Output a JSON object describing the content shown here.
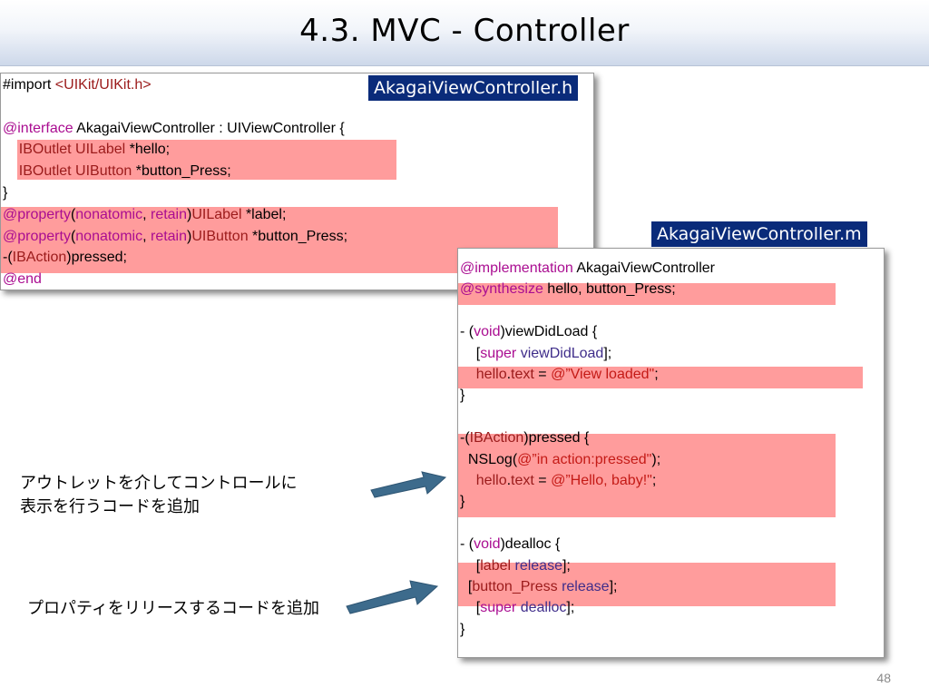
{
  "title": "4.3. MVC - Controller",
  "page_number": "48",
  "header_file": {
    "label": "AkagaiViewController.h",
    "lines": [
      {
        "seg": [
          {
            "t": "#import ",
            "c": "pl"
          },
          {
            "t": "<UIKit/UIKit.h>",
            "c": "ty"
          }
        ]
      },
      {
        "seg": []
      },
      {
        "seg": [
          {
            "t": "@interface",
            "c": "kw"
          },
          {
            "t": " AkagaiViewController : UIViewController {",
            "c": "pl"
          }
        ]
      },
      {
        "seg": [
          {
            "t": "    ",
            "c": "pl"
          },
          {
            "t": "IBOutlet",
            "c": "ty"
          },
          {
            "t": " ",
            "c": "pl"
          },
          {
            "t": "UILabel",
            "c": "ty"
          },
          {
            "t": " *hello;",
            "c": "pl"
          }
        ]
      },
      {
        "seg": [
          {
            "t": "    ",
            "c": "pl"
          },
          {
            "t": "IBOutlet",
            "c": "ty"
          },
          {
            "t": " ",
            "c": "pl"
          },
          {
            "t": "UIButton",
            "c": "ty"
          },
          {
            "t": " *button_Press;",
            "c": "pl"
          }
        ]
      },
      {
        "seg": [
          {
            "t": "}",
            "c": "pl"
          }
        ]
      },
      {
        "seg": [
          {
            "t": "@property",
            "c": "kw"
          },
          {
            "t": "(",
            "c": "pl"
          },
          {
            "t": "nonatomic",
            "c": "kw"
          },
          {
            "t": ", ",
            "c": "pl"
          },
          {
            "t": "retain",
            "c": "kw"
          },
          {
            "t": ")",
            "c": "pl"
          },
          {
            "t": "UILabel",
            "c": "ty"
          },
          {
            "t": " *label;",
            "c": "pl"
          }
        ]
      },
      {
        "seg": [
          {
            "t": "@property",
            "c": "kw"
          },
          {
            "t": "(",
            "c": "pl"
          },
          {
            "t": "nonatomic",
            "c": "kw"
          },
          {
            "t": ", ",
            "c": "pl"
          },
          {
            "t": "retain",
            "c": "kw"
          },
          {
            "t": ")",
            "c": "pl"
          },
          {
            "t": "UIButton",
            "c": "ty"
          },
          {
            "t": " *button_Press;",
            "c": "pl"
          }
        ]
      },
      {
        "seg": [
          {
            "t": "-(",
            "c": "pl"
          },
          {
            "t": "IBAction",
            "c": "ty"
          },
          {
            "t": ")pressed;",
            "c": "pl"
          }
        ]
      },
      {
        "seg": [
          {
            "t": "@end",
            "c": "kw"
          }
        ]
      }
    ]
  },
  "impl_file": {
    "label": "AkagaiViewController.m",
    "lines": [
      {
        "seg": [
          {
            "t": "@implementation",
            "c": "kw"
          },
          {
            "t": " AkagaiViewController",
            "c": "pl"
          }
        ]
      },
      {
        "seg": [
          {
            "t": "@synthesize",
            "c": "kw"
          },
          {
            "t": " hello, button_Press;",
            "c": "pl"
          }
        ]
      },
      {
        "seg": []
      },
      {
        "seg": [
          {
            "t": "- (",
            "c": "pl"
          },
          {
            "t": "void",
            "c": "kw"
          },
          {
            "t": ")viewDidLoad {",
            "c": "pl"
          }
        ]
      },
      {
        "seg": [
          {
            "t": "    [",
            "c": "pl"
          },
          {
            "t": "super",
            "c": "kw"
          },
          {
            "t": " ",
            "c": "pl"
          },
          {
            "t": "viewDidLoad",
            "c": "mt"
          },
          {
            "t": "];",
            "c": "pl"
          }
        ]
      },
      {
        "seg": [
          {
            "t": "    ",
            "c": "pl"
          },
          {
            "t": "hello",
            "c": "ty"
          },
          {
            "t": ".",
            "c": "pl"
          },
          {
            "t": "text",
            "c": "ty"
          },
          {
            "t": " = ",
            "c": "pl"
          },
          {
            "t": "@”View loaded\"",
            "c": "st"
          },
          {
            "t": ";",
            "c": "pl"
          }
        ]
      },
      {
        "seg": [
          {
            "t": "}",
            "c": "pl"
          }
        ]
      },
      {
        "seg": []
      },
      {
        "seg": [
          {
            "t": "-(",
            "c": "pl"
          },
          {
            "t": "IBAction",
            "c": "ty"
          },
          {
            "t": ")pressed {",
            "c": "pl"
          }
        ]
      },
      {
        "seg": [
          {
            "t": "  NSLog(",
            "c": "pl"
          },
          {
            "t": "@”in action:pressed\"",
            "c": "st"
          },
          {
            "t": ");",
            "c": "pl"
          }
        ]
      },
      {
        "seg": [
          {
            "t": "    ",
            "c": "pl"
          },
          {
            "t": "hello",
            "c": "ty"
          },
          {
            "t": ".",
            "c": "pl"
          },
          {
            "t": "text",
            "c": "ty"
          },
          {
            "t": " = ",
            "c": "pl"
          },
          {
            "t": "@”Hello, baby!\"",
            "c": "st"
          },
          {
            "t": ";",
            "c": "pl"
          }
        ]
      },
      {
        "seg": [
          {
            "t": "}",
            "c": "pl"
          }
        ]
      },
      {
        "seg": []
      },
      {
        "seg": [
          {
            "t": "- (",
            "c": "pl"
          },
          {
            "t": "void",
            "c": "kw"
          },
          {
            "t": ")dealloc {",
            "c": "pl"
          }
        ]
      },
      {
        "seg": [
          {
            "t": "    [",
            "c": "pl"
          },
          {
            "t": "label",
            "c": "ty"
          },
          {
            "t": " ",
            "c": "pl"
          },
          {
            "t": "release",
            "c": "mt"
          },
          {
            "t": "];",
            "c": "pl"
          }
        ]
      },
      {
        "seg": [
          {
            "t": "  [",
            "c": "pl"
          },
          {
            "t": "button_Press",
            "c": "ty"
          },
          {
            "t": " ",
            "c": "pl"
          },
          {
            "t": "release",
            "c": "mt"
          },
          {
            "t": "];",
            "c": "pl"
          }
        ]
      },
      {
        "seg": [
          {
            "t": "    [",
            "c": "pl"
          },
          {
            "t": "super",
            "c": "kw"
          },
          {
            "t": " ",
            "c": "pl"
          },
          {
            "t": "dealloc",
            "c": "mt"
          },
          {
            "t": "];",
            "c": "pl"
          }
        ]
      },
      {
        "seg": [
          {
            "t": "}",
            "c": "pl"
          }
        ]
      }
    ]
  },
  "notes": {
    "outlet_note": "アウトレットを介してコントロールに\n表示を行うコードを追加",
    "release_note": "プロパティをリリースするコードを追加"
  },
  "colors": {
    "highlight": "#ff9c9c",
    "label_bg": "#0a2b7a",
    "arrow": "#3d6b8c"
  }
}
